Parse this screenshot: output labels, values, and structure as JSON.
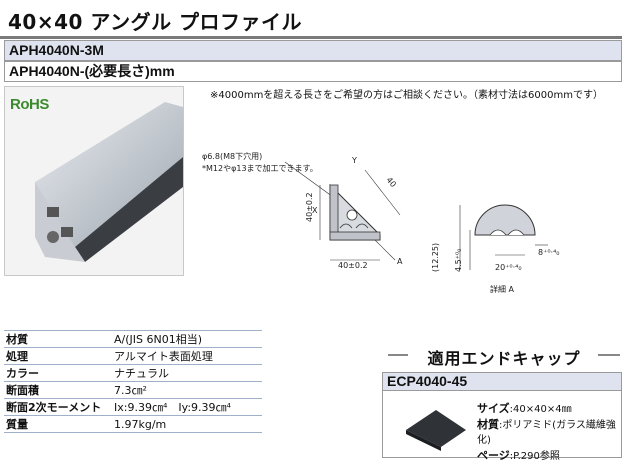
{
  "title": "40×40 アングル プロファイル",
  "part_numbers": [
    "APH4040N-3M",
    "APH4040N-(必要長さ)mm"
  ],
  "note": "※4000mmを超える長さをご希望の方はご相談ください。（素材寸法は6000mmです）",
  "logo": "RoHS",
  "drawing": {
    "hole_note": "φ6.8(M8下穴用)",
    "tap_note": "*M12やφ13まで加工できます。",
    "dim_height": "40±0.2",
    "dim_width": "40±0.2",
    "dim_diag": "40",
    "x_label": "X",
    "y_label": "Y",
    "a_label": "A",
    "detail_12": "(12.25)",
    "detail_45": "4.5⁺⁰₀",
    "detail_20": "20⁺⁰·⁴₀",
    "detail_8": "8⁺⁰·⁴₀",
    "detail_caption": "詳細 A"
  },
  "specs": [
    {
      "key": "材質",
      "value": "A/(JIS 6N01相当)"
    },
    {
      "key": "処理",
      "value": "アルマイト表面処理"
    },
    {
      "key": "カラー",
      "value": "ナチュラル"
    },
    {
      "key": "断面積",
      "value": "7.3㎝²"
    },
    {
      "key": "断面2次モーメント",
      "value": "Ix:9.39㎝⁴　Iy:9.39㎝⁴"
    },
    {
      "key": "質量",
      "value": "1.97kg/m"
    }
  ],
  "end_cap": {
    "section_title": "適用エンドキャップ",
    "part_number": "ECP4040-45",
    "size_label": "サイズ",
    "size_value": ":40×40×4㎜",
    "material_label": "材質",
    "material_value": ":ポリアミド(ガラス繊維強化)",
    "page_label": "ページ",
    "page_value": ":P.290参照"
  },
  "colors": {
    "rohs_green": "#3b8b2e",
    "header_fill": "#dfe3ef"
  }
}
